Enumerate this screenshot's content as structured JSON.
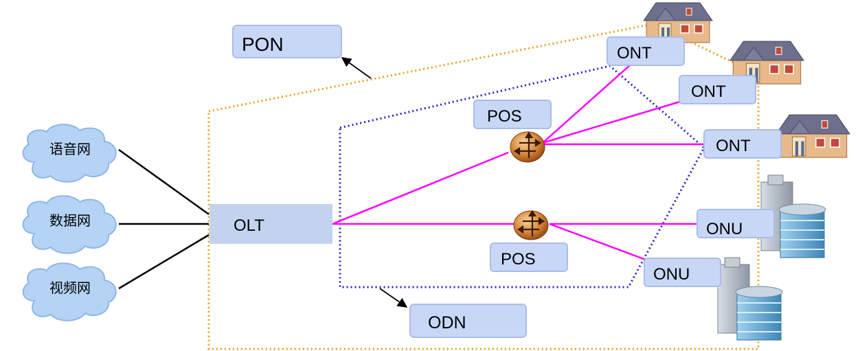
{
  "labels": {
    "pon": "PON",
    "odn": "ODN",
    "olt": "OLT",
    "pos_top": "POS",
    "pos_bottom": "POS",
    "ont1": "ONT",
    "ont2": "ONT",
    "ont3": "ONT",
    "onu1": "ONU",
    "onu2": "ONU"
  },
  "clouds": {
    "voice": "语音网",
    "data": "数据网",
    "video": "视频网"
  },
  "colors": {
    "label_box": "#c9d7f6",
    "label_border": "#a9bde8",
    "olt_box": "#c3d3ef",
    "cloud_fill": "#b5d3f5",
    "cloud_border": "#8db6e6",
    "fiber": "#ff00ff",
    "pon_boundary": "#e8a020",
    "odn_boundary": "#2a20c0"
  }
}
